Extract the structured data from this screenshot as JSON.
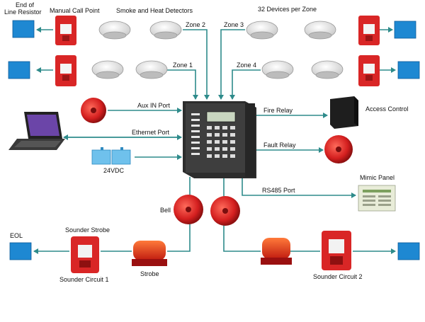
{
  "labels": {
    "eol_top_1": "End of",
    "eol_top_2": "Line Resistor",
    "manual_call_point": "Manual Call Point",
    "smoke_heat": "Smoke and Heat  Detectors",
    "devices_per_zone": "32 Devices per Zone",
    "zone1": "Zone 1",
    "zone2": "Zone 2",
    "zone3": "Zone 3",
    "zone4": "Zone 4",
    "aux_in": "Aux IN Port",
    "ethernet": "Ethernet Port",
    "vdc": "24VDC",
    "fire_relay": "Fire Relay",
    "fault_relay": "Fault Relay",
    "access_control": "Access Control",
    "mimic_panel": "Mimic Panel",
    "rs485": "RS485 Port",
    "bell": "Bell",
    "eol_bottom": "EOL",
    "sounder_strobe": "Sounder Strobe",
    "sounder_circuit_1": "Sounder Circuit 1",
    "strobe": "Strobe",
    "sounder_circuit_2": "Sounder Circuit 2"
  },
  "colors": {
    "line": "#2e8b8b",
    "eol_box": "#1e88d2",
    "red": "#d92626",
    "panel": "#3a3a3a"
  }
}
